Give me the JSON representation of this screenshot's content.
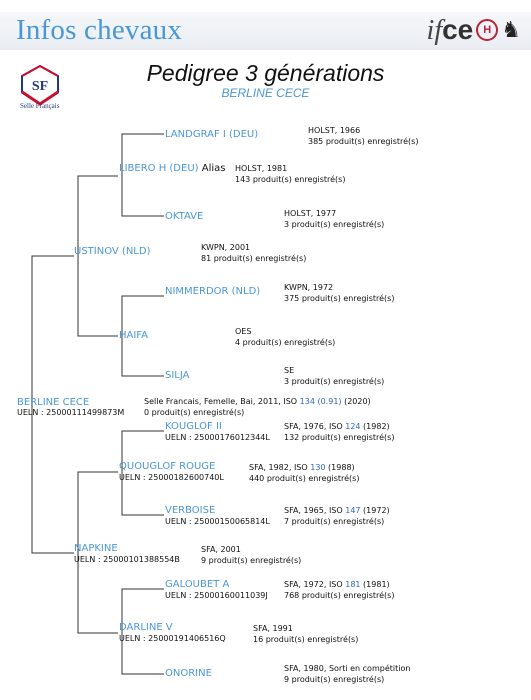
{
  "header": {
    "site_title": "Infos chevaux"
  },
  "brand": {
    "ifce_text_i": "if",
    "ifce_text_ce": "ce",
    "sf_caption": "Selle Français",
    "sf_initials": "SF"
  },
  "document": {
    "title": "Pedigree 3 générations",
    "horse_name": "BERLINE CECE"
  },
  "subject": {
    "name": "BERLINE CECE",
    "ueln": "UELN : 25000111499873M",
    "info_prefix": "Selle Francais, Femelle, Bai, 2011, ISO ",
    "iso_value": "134 (0.91)",
    "info_suffix": " (2020)",
    "produits": "0 produit(s) enregistré(s)"
  },
  "sire": {
    "name": "USTINOV (NLD)",
    "info": "KWPN, 2001",
    "produits": "81 produit(s) enregistré(s)"
  },
  "sire_sire": {
    "name": "LIBERO H (DEU)",
    "alias": "Alias",
    "info": "HOLST, 1981",
    "produits": "143 produit(s) enregistré(s)"
  },
  "sire_sire_sire": {
    "name": "LANDGRAF I (DEU)",
    "info": "HOLST, 1966",
    "produits": "385 produit(s) enregistré(s)"
  },
  "sire_sire_dam": {
    "name": "OKTAVE",
    "info": "HOLST, 1977",
    "produits": "3 produit(s) enregistré(s)"
  },
  "sire_dam": {
    "name": "HAIFA",
    "info": "OES",
    "produits": "4 produit(s) enregistré(s)"
  },
  "sire_dam_sire": {
    "name": "NIMMERDOR (NLD)",
    "info": "KWPN, 1972",
    "produits": "375 produit(s) enregistré(s)"
  },
  "sire_dam_dam": {
    "name": "SILJA",
    "info": "SE",
    "produits": "3 produit(s) enregistré(s)"
  },
  "dam": {
    "name": "NAPKINE",
    "ueln": "UELN : 25000101388554B",
    "info": "SFA, 2001",
    "produits": "9 produit(s) enregistré(s)"
  },
  "dam_sire": {
    "name": "QUOUGLOF ROUGE",
    "ueln": "UELN : 25000182600740L",
    "info_prefix": "SFA, 1982, ISO ",
    "iso_value": "130",
    "info_suffix": " (1988)",
    "produits": "440 produit(s) enregistré(s)"
  },
  "dam_sire_sire": {
    "name": "KOUGLOF II",
    "ueln": "UELN : 25000176012344L",
    "info_prefix": "SFA, 1976, ISO ",
    "iso_value": "124",
    "info_suffix": " (1982)",
    "produits": "132 produit(s) enregistré(s)"
  },
  "dam_sire_dam": {
    "name": "VERBOISE",
    "ueln": "UELN : 25000150065814L",
    "info_prefix": "SFA, 1965, ISO ",
    "iso_value": "147",
    "info_suffix": " (1972)",
    "produits": "7 produit(s) enregistré(s)"
  },
  "dam_dam": {
    "name": "DARLINE V",
    "ueln": "UELN : 25000191406516Q",
    "info": "SFA, 1991",
    "produits": "16 produit(s) enregistré(s)"
  },
  "dam_dam_sire": {
    "name": "GALOUBET A",
    "ueln": "UELN : 25000160011039J",
    "info_prefix": "SFA, 1972, ISO ",
    "iso_value": "181",
    "info_suffix": " (1981)",
    "produits": "768 produit(s) enregistré(s)"
  },
  "dam_dam_dam": {
    "name": "ONORINE",
    "info": "SFA, 1980, Sorti en compétition",
    "produits": "9 produit(s) enregistré(s)"
  },
  "colors": {
    "link_blue": "#4a97d6",
    "iso_blue": "#2d67c4",
    "line": "#333333"
  }
}
